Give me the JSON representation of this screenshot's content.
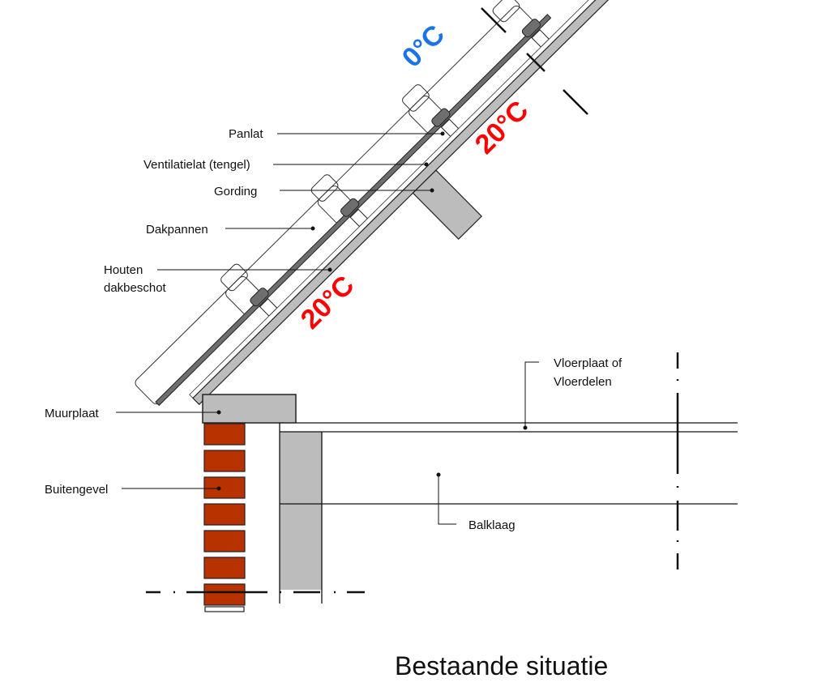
{
  "title": "Bestaande situatie",
  "temperatures": {
    "outside": "0°C",
    "inside_upper": "20°C",
    "inside_lower": "20°C"
  },
  "labels": {
    "panlat": "Panlat",
    "ventilatielat": "Ventilatielat (tengel)",
    "gording": "Gording",
    "dakpannen": "Dakpannen",
    "dakbeschot_1": "Houten",
    "dakbeschot_2": "dakbeschot",
    "muurplaat": "Muurplaat",
    "buitengevel": "Buitengevel",
    "vloerplaat_1": "Vloerplaat of",
    "vloerplaat_2": "Vloerdelen",
    "balklaag": "Balklaag"
  },
  "colors": {
    "cold": "#1a73e8",
    "warm": "#ff0000",
    "brick": "#b83200",
    "wood": "#bcbcbc",
    "tile": "#6e6e6e"
  }
}
